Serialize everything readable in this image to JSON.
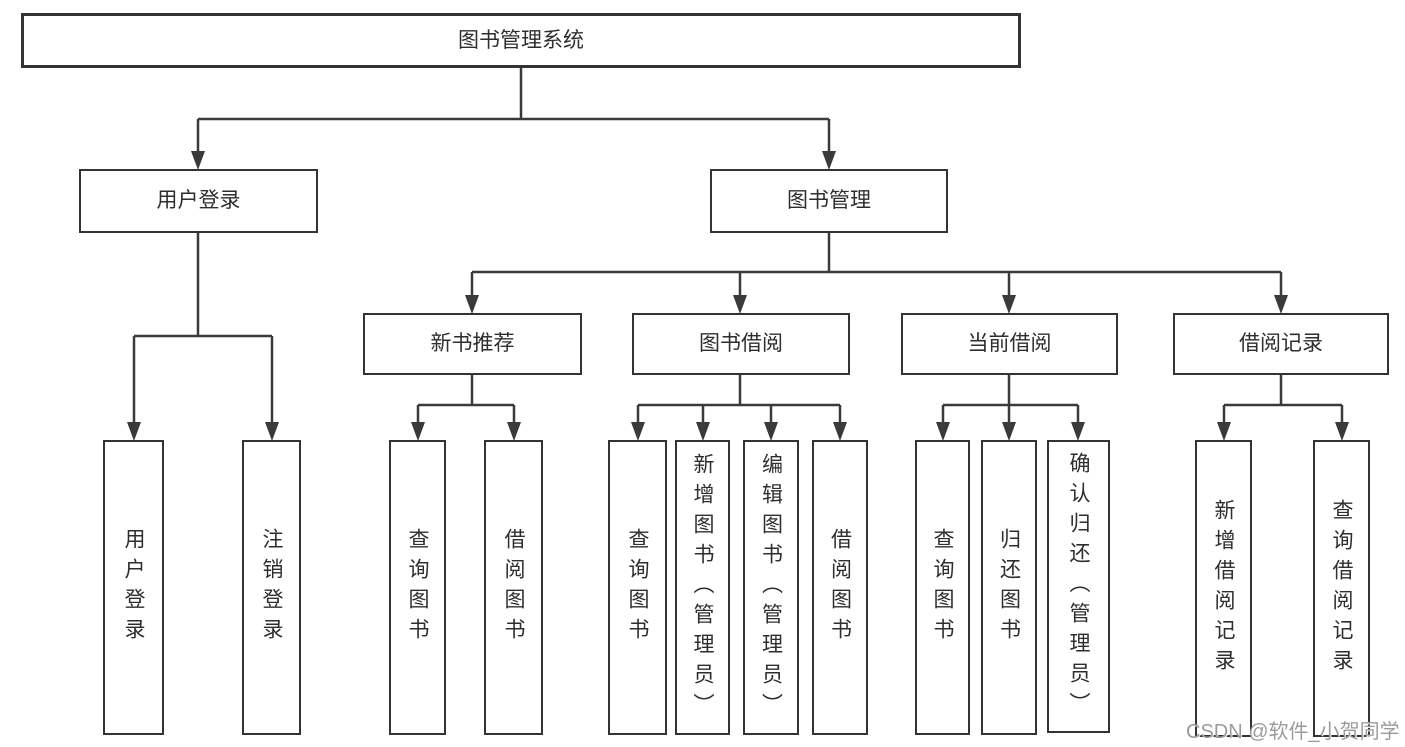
{
  "nodes": {
    "root": "图书管理系统",
    "user_login": "用户登录",
    "book_mgmt": "图书管理",
    "new_book_rec": "新书推荐",
    "book_borrow": "图书借阅",
    "current_borrow": "当前借阅",
    "borrow_records": "借阅记录",
    "leaf_user_login": "用户登录",
    "leaf_logout": "注销登录",
    "leaf_query_book_1": "查询图书",
    "leaf_borrow_book_1": "借阅图书",
    "leaf_query_book_2": "查询图书",
    "leaf_add_book": "新增图书（管理员）",
    "leaf_edit_book": "编辑图书（管理员）",
    "leaf_borrow_book_2": "借阅图书",
    "leaf_query_book_3": "查询图书",
    "leaf_return_book": "归还图书",
    "leaf_confirm_return": "确认归还（管理员）",
    "leaf_add_borrow_record": "新增借阅记录",
    "leaf_query_borrow_record": "查询借阅记录"
  },
  "hierarchy": {
    "图书管理系统": {
      "用户登录": [
        "用户登录",
        "注销登录"
      ],
      "图书管理": {
        "新书推荐": [
          "查询图书",
          "借阅图书"
        ],
        "图书借阅": [
          "查询图书",
          "新增图书（管理员）",
          "编辑图书（管理员）",
          "借阅图书"
        ],
        "当前借阅": [
          "查询图书",
          "归还图书",
          "确认归还（管理员）"
        ],
        "借阅记录": [
          "新增借阅记录",
          "查询借阅记录"
        ]
      }
    }
  },
  "watermark": "CSDN @软件_小贺同学",
  "colors": {
    "line": "#3a3a3a",
    "box_border": "#333333",
    "text": "#2e2e2e",
    "background": "#ffffff",
    "watermark": "#9b9b9b"
  }
}
